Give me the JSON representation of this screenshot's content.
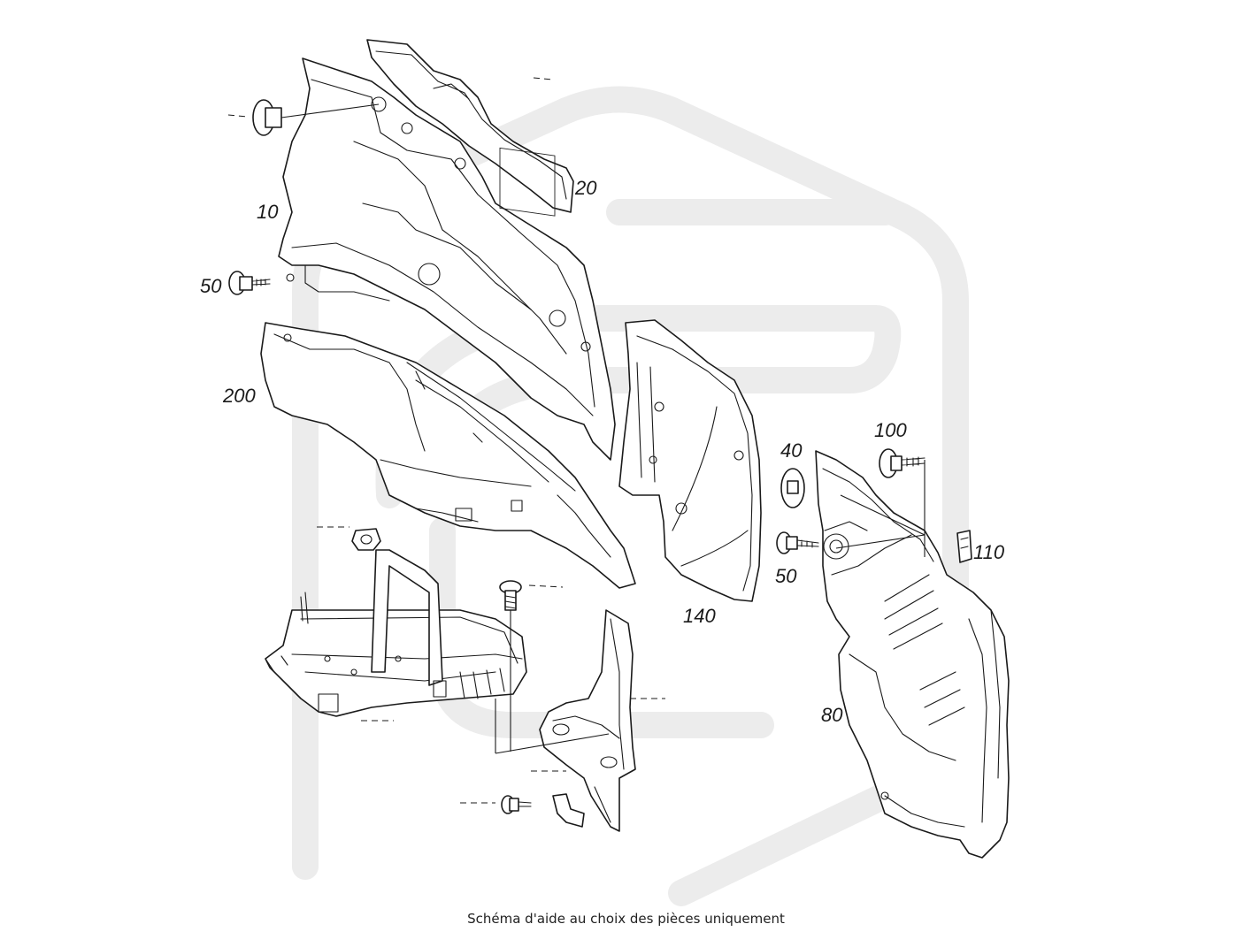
{
  "caption": "Schéma d'aide au choix des pièces uniquement",
  "callouts": {
    "c10": "10",
    "c20": "20",
    "c50_left": "50",
    "c200": "200",
    "c140": "140",
    "c40": "40",
    "c100": "100",
    "c50_right": "50",
    "c110": "110",
    "c80": "80"
  },
  "colors": {
    "line": "#1a1a1a",
    "watermark": "#ececec",
    "background": "#ffffff"
  }
}
